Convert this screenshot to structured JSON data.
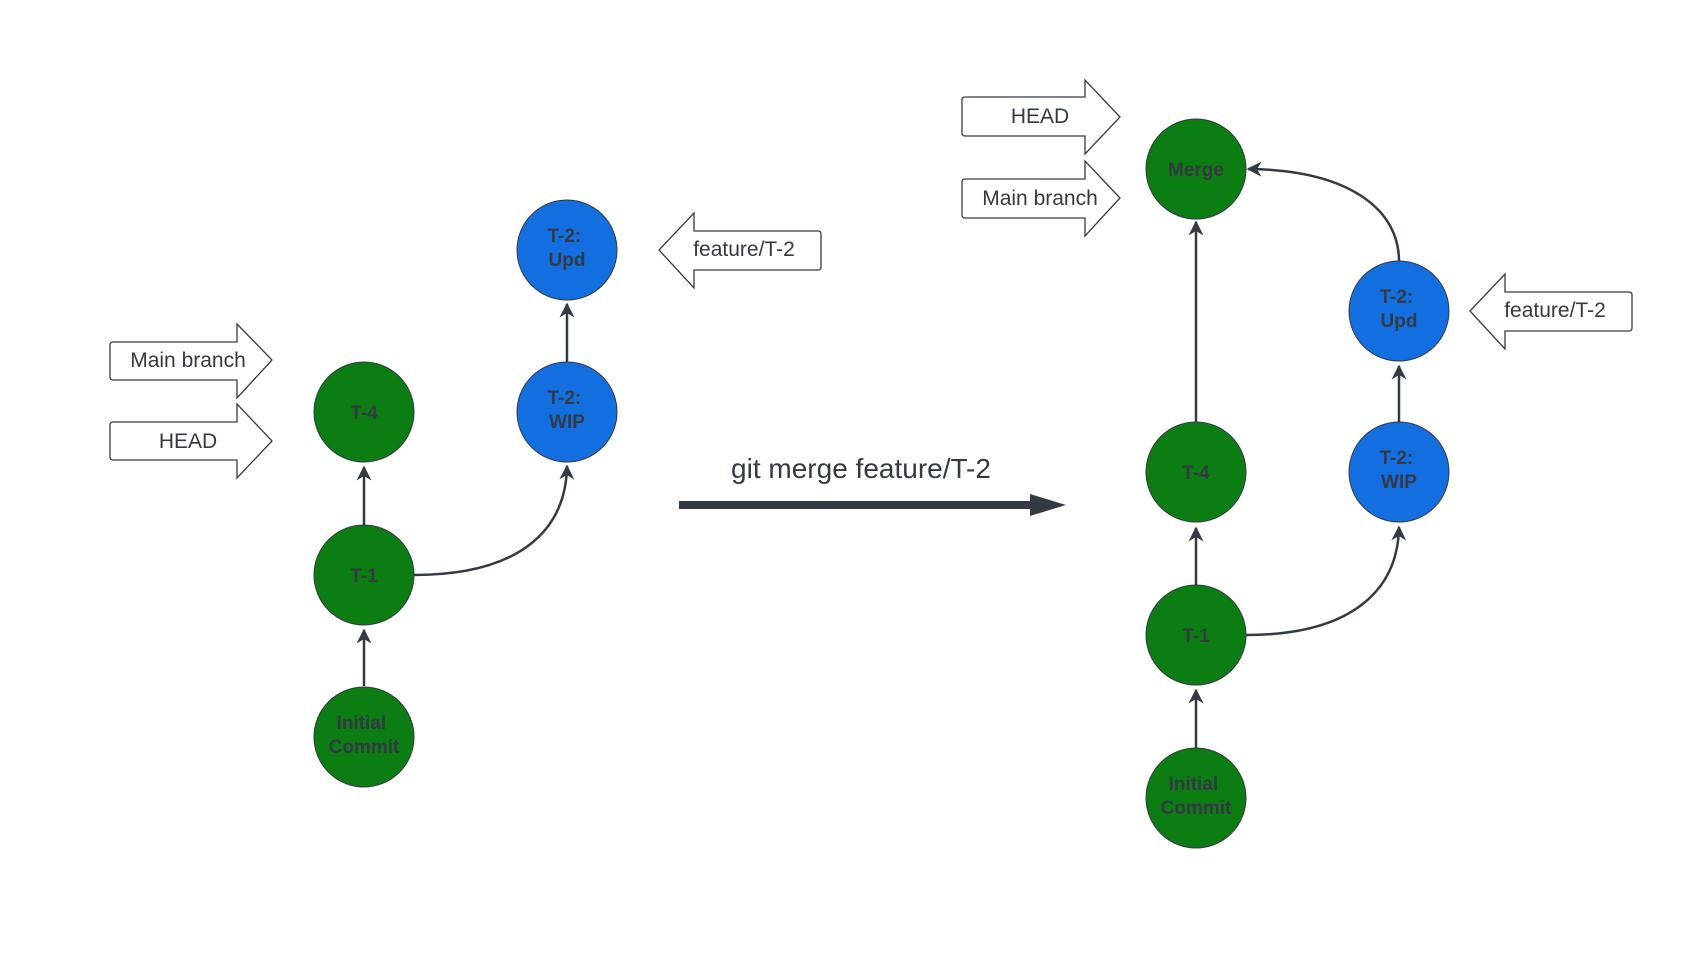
{
  "colors": {
    "main": "#0c7d12",
    "feature": "#136fe0",
    "edge": "#333a44",
    "node_text": "#333a44"
  },
  "left": {
    "nodes": {
      "initial": "Initial\nCommit",
      "t1": "T-1",
      "t4": "T-4",
      "wip": "T-2:\nWIP",
      "upd": "T-2:\nUpd"
    },
    "tags": {
      "main": "Main branch",
      "head": "HEAD",
      "feature": "feature/T-2"
    }
  },
  "center": {
    "caption": "git merge feature/T-2"
  },
  "right": {
    "nodes": {
      "initial": "Initial\nCommit",
      "t1": "T-1",
      "t4": "T-4",
      "wip": "T-2:\nWIP",
      "upd": "T-2:\nUpd",
      "merge": "Merge"
    },
    "tags": {
      "head": "HEAD",
      "main": "Main branch",
      "feature": "feature/T-2"
    }
  }
}
